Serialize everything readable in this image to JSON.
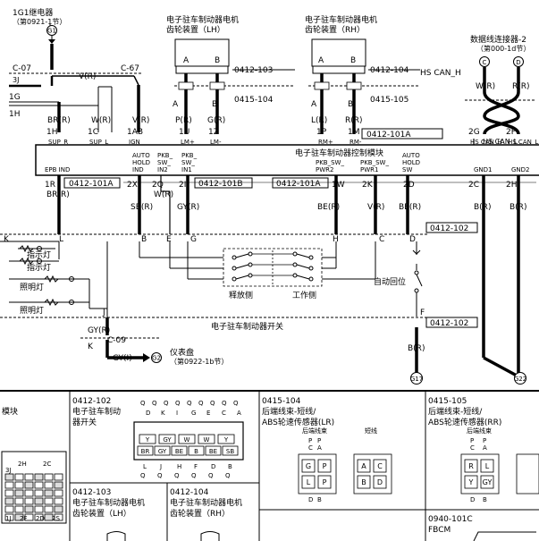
{
  "top": {
    "relay_title": "1G1继电器",
    "relay_page": "（第0921-1节）",
    "relay_conn": "G1",
    "motor_lh_title": "电子驻车制动器电机",
    "motor_lh_sub": "齿轮装置（LH）",
    "motor_rh_title": "电子驻车制动器电机",
    "motor_rh_sub": "齿轮装置（RH）",
    "dlc_title": "数据线连接器-2",
    "dlc_page": "（第000-1d节）",
    "pin_a": "A",
    "pin_b": "B",
    "pin_c": "C",
    "pin_d": "D",
    "conn_103": "0412-103",
    "conn_104": "0412-104",
    "conn_0415_104": "0415-104",
    "conn_0415_105": "0415-105",
    "hs_can_h": "HS CAN_H",
    "hs_can_l": "HS CAN_L",
    "c07": "C-07",
    "c67": "C-67",
    "pin_3j": "3J",
    "pin_1g": "1G",
    "pin_1h_top": "1H",
    "wire_v_r": "V(R)",
    "wire_br_r": "BR(R)",
    "wire_w_r": "W(R)",
    "wire_p_r": "P(R)",
    "wire_g_r": "G(R)",
    "wire_l_r": "L(R)",
    "wire_r_r": "R(R)"
  },
  "module": {
    "title": "电子驻车制动器控制模块",
    "conn_101a": "0412-101A",
    "conn_101b": "0412-101B",
    "top_pins": [
      "1H",
      "1C",
      "1AB",
      "1U",
      "1Z",
      "1P",
      "1M",
      "2G",
      "2F"
    ],
    "top_labels": [
      "SUP_R",
      "SUP_L",
      "IGN",
      "LM+",
      "LM-",
      "RM+",
      "RM-",
      "HS CAN_H",
      "HS CAN_L"
    ],
    "bot_labels": [
      "EPB IND",
      "AUTO HOLD IND",
      "PKB_ SW_ IN2",
      "PKB_ SW_ IN1",
      "PKB_SW_ PWR2",
      "PKB_SW_ PWR1",
      "AUTO HOLD SW",
      "GND1",
      "GND2"
    ],
    "bot_pins": [
      "1R",
      "2X",
      "2Q",
      "2I",
      "1W",
      "2K",
      "2D",
      "2C",
      "2H"
    ]
  },
  "mid": {
    "wire_sb_r": "SB(R)",
    "wire_gy_r": "GY(R)",
    "wire_be_r": "BE(R)",
    "wire_b_r": "B(R)",
    "conn_102": "0412-102",
    "pins": [
      "K",
      "L",
      "B",
      "E",
      "G",
      "H",
      "C",
      "D",
      "F",
      "J"
    ],
    "ind1": "指示灯",
    "ind2": "指示灯",
    "light1": "照明灯",
    "light2": "照明灯",
    "release_side": "释放侧",
    "work_side": "工作侧",
    "auto_return": "自动回位",
    "switch_title": "电子驻车制动器开关"
  },
  "bottom": {
    "wire_gy_r": "GY(R)",
    "c09": "C-09",
    "pin_k": "K",
    "wire_gy_l": "GY(I)",
    "meter_conn": "G2",
    "meter": "仪表盘",
    "meter_page": "（第0922-1b节）",
    "g17": "G17",
    "g22": "G22"
  },
  "panels": {
    "p0_title": "模块",
    "p0_pins": [
      "2H",
      "2C",
      "3J",
      "1J",
      "2F",
      "2D",
      "2S"
    ],
    "p1_code": "0412-102",
    "p1_title1": "电子驻车制动",
    "p1_title2": "器开关",
    "p1_top_row": [
      "Q",
      "Q",
      "Q",
      "Q",
      "Q",
      "Q",
      "Q",
      "Q",
      "Q"
    ],
    "p1_letters": [
      "D",
      "K",
      "I",
      "G",
      "E",
      "C",
      "A"
    ],
    "p1_cells_top": [
      "Y",
      "GY",
      "W",
      "W",
      "Y"
    ],
    "p1_cells_bot": [
      "BR",
      "GY",
      "BE",
      "B",
      "BE",
      "SB"
    ],
    "p1_bot_letters": [
      "L",
      "J",
      "H",
      "F",
      "D",
      "B"
    ],
    "p1_bot_row": [
      "Q",
      "Q",
      "Q",
      "Q",
      "Q",
      "Q"
    ],
    "p2_code": "0415-104",
    "p2_title1": "后端线束-短线/",
    "p2_title2": "ABS轮速传感器(LR)",
    "p2_sub_left": "后端线束",
    "p2_sub_right": "短线",
    "p2_pins": [
      "C",
      "A",
      "D",
      "B"
    ],
    "p2_cells": [
      "G",
      "P",
      "L",
      "P"
    ],
    "p2_short_cells": [
      "A",
      "C",
      "B",
      "D"
    ],
    "p3_code": "0415-105",
    "p3_title1": "后端线束-短线/",
    "p3_title2": "ABS轮速传感器(RR)",
    "p3_sub_left": "后端线束",
    "p3_cells": [
      "R",
      "L",
      "Y",
      "GY"
    ],
    "p4_code": "0412-103",
    "p4_title1": "电子驻车制动器电机",
    "p4_title2": "齿轮装置（LH）",
    "p5_code": "0412-104",
    "p5_title1": "电子驻车制动器电机",
    "p5_title2": "齿轮装置（RH）",
    "p6_code": "0940-101C",
    "p6_title": "FBCM"
  }
}
